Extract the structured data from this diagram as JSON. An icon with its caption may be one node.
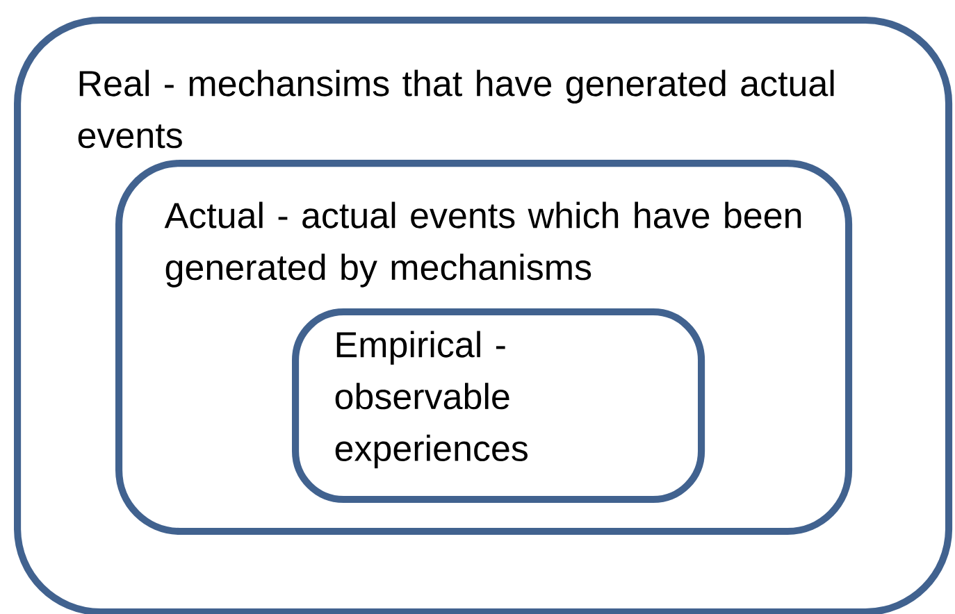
{
  "diagram": {
    "nodes": [
      {
        "text": [
          "Real - mechansims that have generated actual events"
        ]
      },
      {
        "text": [
          "Actual - actual events which have been generated by mechanisms"
        ],
        "in": 0
      },
      {
        "text": [
          "Empirical - observable experiences"
        ],
        "in": 1
      }
    ]
  }
}
